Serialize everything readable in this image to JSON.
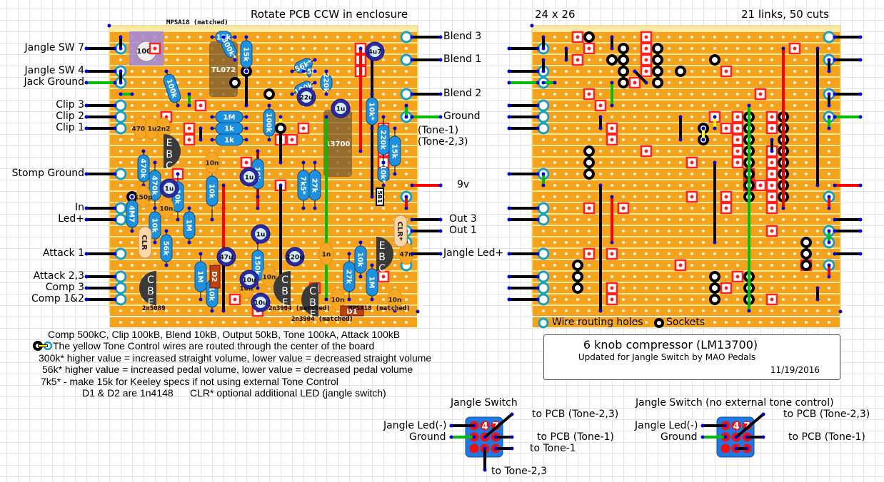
{
  "header": {
    "left_board_note": "Rotate PCB CCW in enclosure",
    "right_board_size": "24 x 26",
    "right_board_counts": "21 links, 50 cuts"
  },
  "colors": {
    "board": "#f7a21b",
    "strip_gap": "#fde6a6",
    "board_edge": "#fbe9a8",
    "link_black": "#000000",
    "link_red": "#ff0000",
    "link_green": "#00c000",
    "link_yellow": "#ffff00",
    "resistor": "#1e90e0",
    "cap_film": "#f5a623",
    "cut": "#ff2020",
    "wire_hole": "#1aa0c0",
    "transistor": "#3a3a3a",
    "switch_body": "#1e78e6"
  },
  "left_board": {
    "part_labels_top": [
      "MPSA18 (matched)"
    ],
    "part_labels_bottom": [
      "2n5089",
      "2n3904 (matched)",
      "MPSA18 (matched)"
    ],
    "part_label_below": "2n3904 (matched)",
    "left_connections": [
      {
        "label": "Jangle SW 7",
        "wire": "black"
      },
      {
        "label": "Jangle SW 4",
        "wire": "black"
      },
      {
        "label": "Jack Ground",
        "wire": "green"
      },
      {
        "label": "Clip 3",
        "wire": "black"
      },
      {
        "label": "Clip 2",
        "wire": "black"
      },
      {
        "label": "Clip 1",
        "wire": "black"
      },
      {
        "label": "Stomp Ground",
        "wire": "black"
      },
      {
        "label": "In",
        "wire": "black"
      },
      {
        "label": "Led+",
        "wire": "black"
      },
      {
        "label": "Attack 1",
        "wire": "black"
      },
      {
        "label": "Attack 2,3",
        "wire": "black"
      },
      {
        "label": "Comp 3",
        "wire": "black"
      },
      {
        "label": "Comp 1&2",
        "wire": "black"
      }
    ],
    "right_connections": [
      {
        "label": "Blend 3",
        "wire": "black"
      },
      {
        "label": "Blend 1",
        "wire": "black"
      },
      {
        "label": "Blend 2",
        "wire": "black"
      },
      {
        "label": "Ground",
        "wire": "green"
      },
      {
        "label": "(Tone-1)",
        "wire": "none"
      },
      {
        "label": "(Tone-2,3)",
        "wire": "none"
      },
      {
        "label": "9v",
        "wire": "red"
      },
      {
        "label": "Out 3",
        "wire": "black"
      },
      {
        "label": "Out 1",
        "wire": "black"
      },
      {
        "label": "Jangle Led+",
        "wire": "black"
      }
    ],
    "ics": [
      {
        "label": "TL072"
      },
      {
        "label": "13700"
      }
    ],
    "trimmer": {
      "label": "100k"
    },
    "resistors": [
      "15k",
      "300k*",
      "15k",
      "56k*",
      "15k",
      "100k",
      "220k",
      "100k",
      "1M",
      "1k",
      "1k",
      "100k",
      "220k",
      "10k*",
      "15k",
      "10k*",
      "10k",
      "470k",
      "10k",
      "1M",
      "7k5*",
      "27k",
      "470k",
      "10k",
      "4M7",
      "10k",
      "56k",
      "1M",
      "10k",
      "150k",
      "27k",
      "10k",
      "1M"
    ],
    "film_caps": [
      "470n",
      "1u",
      "2n2",
      "10n",
      "150p",
      "10n",
      "10n",
      "1n",
      "10n",
      "10n",
      "47n",
      "10n"
    ],
    "electrolytics": [
      "4u7",
      "22u",
      "1u",
      "1u",
      "1u",
      "1u",
      "47u",
      "10u",
      "220u",
      "10u"
    ],
    "diodes": [
      "D2",
      "D1"
    ],
    "leds": [
      "CLR",
      "CLR*"
    ],
    "transistors": [
      {
        "pins": [
          "E",
          "B",
          "C"
        ],
        "part": "MPSA18 (matched)"
      },
      {
        "pins": [
          "C",
          "B",
          "E"
        ],
        "part": "2n5089"
      },
      {
        "pins": [
          "C",
          "B",
          "E"
        ],
        "part": "2n3904 (matched)"
      },
      {
        "pins": [
          "C",
          "B",
          "E"
        ],
        "part": "2n3904 (matched)"
      },
      {
        "pins": [
          "E",
          "B",
          "C"
        ],
        "part": "MPSA18 (matched)"
      }
    ],
    "zener_label": "5B1"
  },
  "legend": {
    "wire_routing_holes": "Wire routing holes",
    "sockets": "Sockets"
  },
  "notes": [
    "Comp 500kC, Clip 100kB, Blend 10kB, Output 50kB, Tone 100kA, Attack 100kB",
    "The yellow Tone Control wires are routed through the center of the board",
    "300k*  higher value = increased straight volume, lower value = decreased straight volume",
    "56k*  higher value = increased pedal volume, lower value = decreased pedal volume",
    "7k5* - make 15k for Keeley specs if not using external Tone Control",
    "D1 & D2 are 1n4148      CLR* optional additional LED (jangle switch)"
  ],
  "title_box": {
    "title": "6 knob compressor (LM13700)",
    "subtitle": "Updated for Jangle Switch by MAO Pedals",
    "date": "11/19/2016"
  },
  "jangle_switch": {
    "title": "Jangle Switch",
    "pin_labels": [
      "4",
      "7"
    ],
    "left_labels": [
      "Jangle Led(-)",
      "Ground"
    ],
    "right_labels": [
      "to PCB (Tone-2,3)",
      "to PCB (Tone-1)",
      "to Tone-1"
    ],
    "bottom_label": "to Tone-2,3"
  },
  "jangle_switch_no_tone": {
    "title": "Jangle Switch (no external tone control)",
    "pin_labels": [
      "4",
      "7"
    ],
    "left_labels": [
      "Jangle Led(-)",
      "Ground"
    ],
    "right_labels": [
      "to PCB (Tone-2,3)",
      "to PCB (Tone-1)"
    ]
  }
}
